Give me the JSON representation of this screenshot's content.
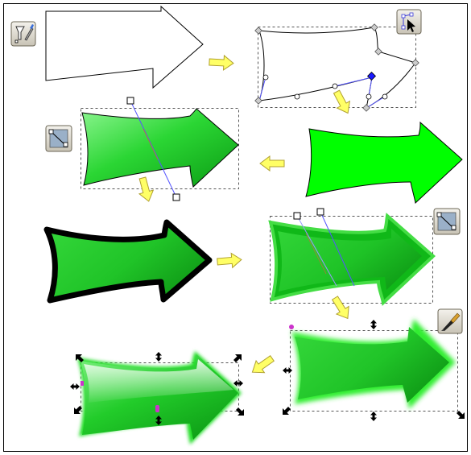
{
  "figure": {
    "description_only_visual": true,
    "colors": {
      "border": "#000000",
      "arrow_bright_green": "#00ff00",
      "arrow_mid_green": "#22c92a",
      "arrow_dark_green": "#0a9d12",
      "flow_arrow_fill": "#ffff66",
      "flow_arrow_stroke": "#b0a030",
      "bbox_dash": "#555555",
      "node_blue": "#1a1aff",
      "handle_blue": "#5555ff",
      "handle_brown": "#c0703a",
      "magenta_marker": "#cc33cc",
      "tool_button_bg": "#d8d4c8"
    },
    "tool_icons": [
      "pen-tool-icon",
      "node-editor-icon",
      "gradient-tool-icon",
      "gradient-tool-icon",
      "calligraphy-pen-icon"
    ],
    "steps": [
      "outline-arrow",
      "node-edited-curved-arrow",
      "flat-green-arrow",
      "gradient-arrow-with-handles",
      "thick-black-stroke-arrow",
      "double-gradient-arrow",
      "glow-blur-arrow-selected",
      "final-glossy-arrow-selected"
    ]
  }
}
